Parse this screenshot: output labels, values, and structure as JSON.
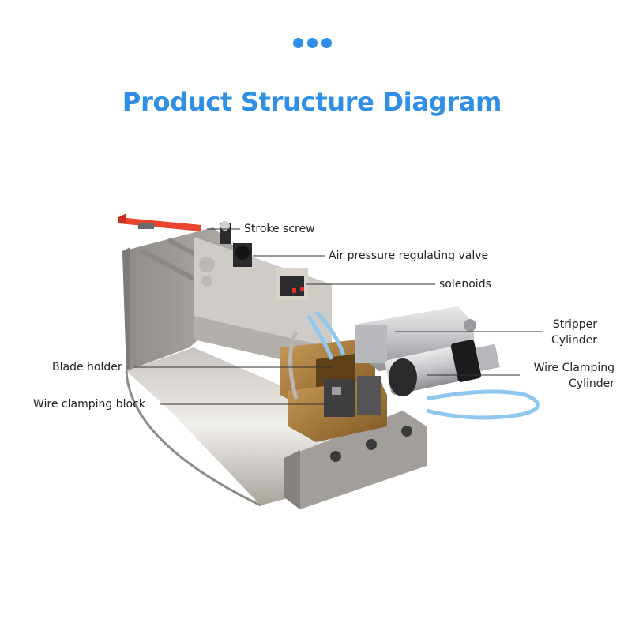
{
  "header": {
    "title": "Product Structure Diagram",
    "accent_color": "#2f8ee6",
    "dots_icon": "ellipsis-dots"
  },
  "labels": {
    "stroke_screw": "Stroke screw",
    "air_valve": "Air pressure regulating valve",
    "solenoids": "solenoids",
    "stripper_line1": "Stripper",
    "stripper_line2": "Cylinder",
    "wire_clamping_line1": "Wire Clamping",
    "wire_clamping_line2": "Cylinder",
    "blade_holder": "Blade holder",
    "wire_clamping_block": "Wire clamping block"
  },
  "colors": {
    "text": "#222222",
    "leader_line": "#333333",
    "metal_light": "#d9d6d2",
    "metal_dark": "#9c9894",
    "brass": "#a7793b",
    "handle": "#e8452c",
    "tube": "#8fc7ee"
  }
}
